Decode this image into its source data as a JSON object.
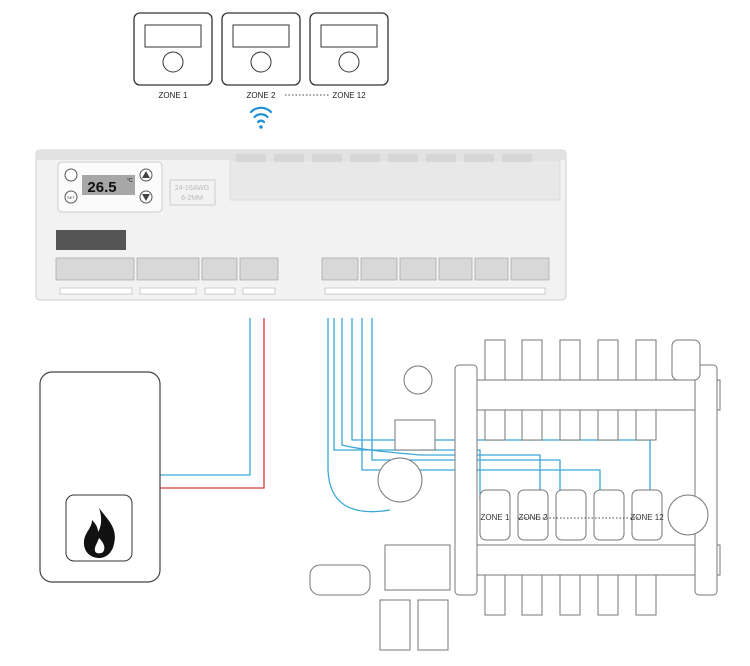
{
  "thermostats": [
    {
      "label": "ZONE 1"
    },
    {
      "label": "ZONE 2"
    },
    {
      "label": "ZONE 12"
    }
  ],
  "controller": {
    "display_value": "26.5",
    "display_unit": "°C",
    "set_label": "SET",
    "wire_spec_line1": "24-16AWG",
    "wire_spec_line2": "6-2MM"
  },
  "actuators": [
    {
      "label": "ZONE 1"
    },
    {
      "label": "ZONE 2"
    },
    {
      "label": "ZONE 12"
    }
  ],
  "colors": {
    "signal_wire": "#3ba7d6",
    "power_wire": "#d23a3a",
    "line_art": "#777777"
  },
  "icons": [
    "wifi-icon",
    "flame-icon",
    "menu-grid-icon",
    "arrow-up-icon",
    "arrow-down-icon"
  ]
}
